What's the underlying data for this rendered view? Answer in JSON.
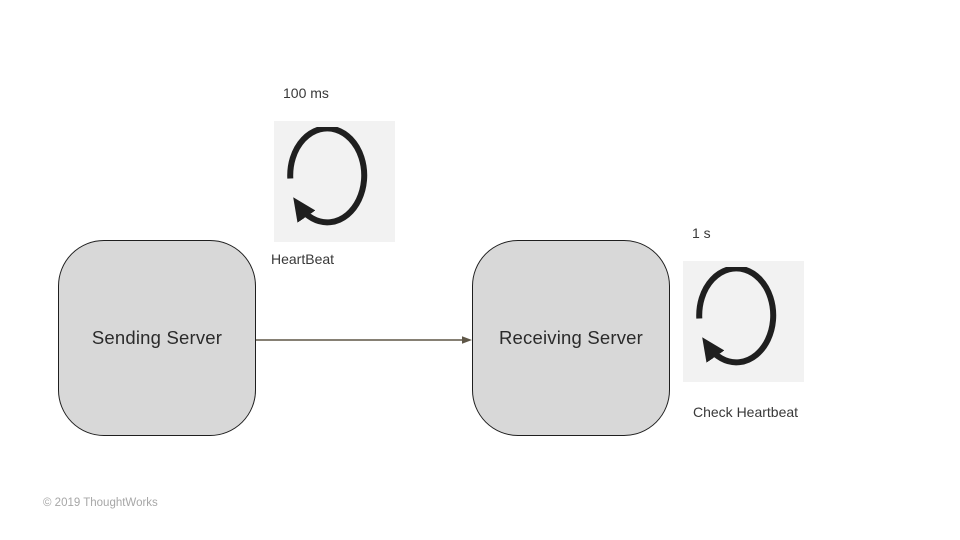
{
  "diagram": {
    "sender_label": "Sending Server",
    "receiver_label": "Receiving Server",
    "heartbeat_interval": "100 ms",
    "heartbeat_label": "HeartBeat",
    "check_interval": "1 s",
    "check_label": "Check Heartbeat",
    "heartbeat_icon": "loop-arrow-icon",
    "check_icon": "loop-arrow-icon",
    "connector": "arrow-right"
  },
  "footer": {
    "copyright": "© 2019 ThoughtWorks"
  },
  "colors": {
    "box_fill": "#d8d8d8",
    "box_border": "#1f1f1f",
    "icon_bg": "#f2f2f2",
    "icon_stroke": "#1f1f1f",
    "arrow": "#5f5747",
    "text_dark": "#2b2b2b",
    "text_muted": "#a7a7a7",
    "background": "#ffffff"
  }
}
